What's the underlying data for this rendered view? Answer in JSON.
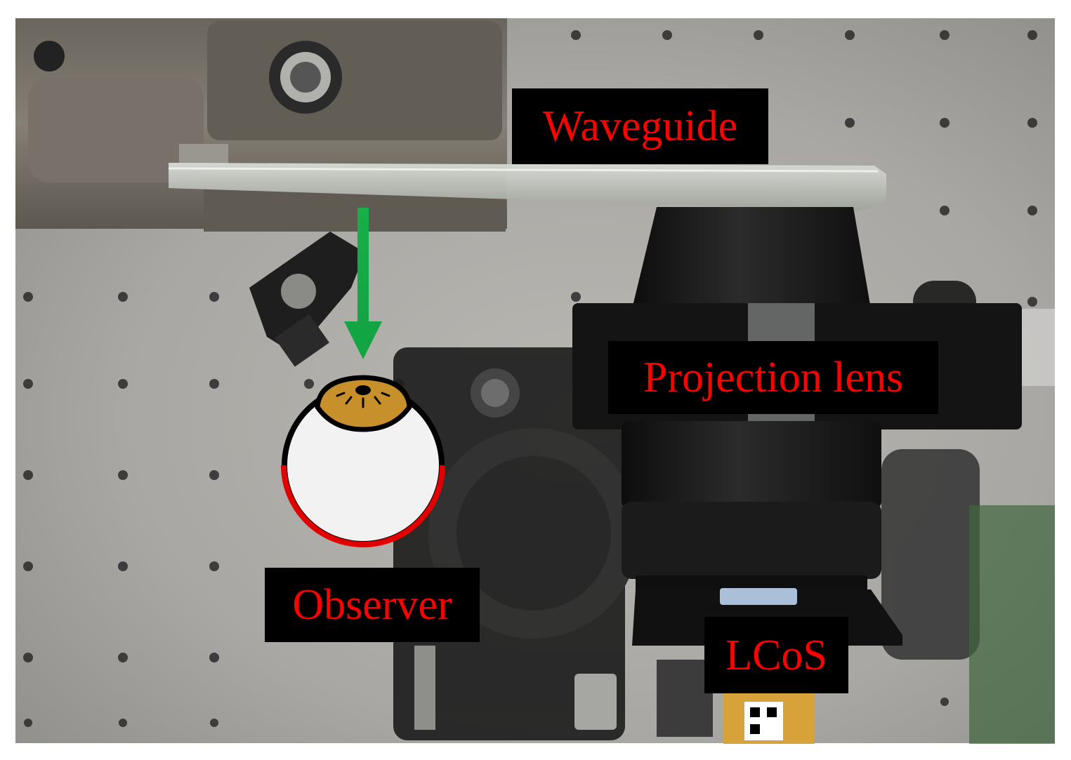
{
  "labels": {
    "waveguide": "Waveguide",
    "projection_lens": "Projection lens",
    "observer": "Observer",
    "lcos": "LCoS"
  },
  "colors": {
    "label_text": "#ff0000",
    "label_background": "#000000",
    "arrow": "#17b04a",
    "eye_outline": "#000000",
    "eye_lower_rim": "#e00000",
    "iris": "#c8902a",
    "eye_white": "#f2f2f2"
  },
  "icons": [
    "observer-eye-icon",
    "down-arrow-icon"
  ]
}
